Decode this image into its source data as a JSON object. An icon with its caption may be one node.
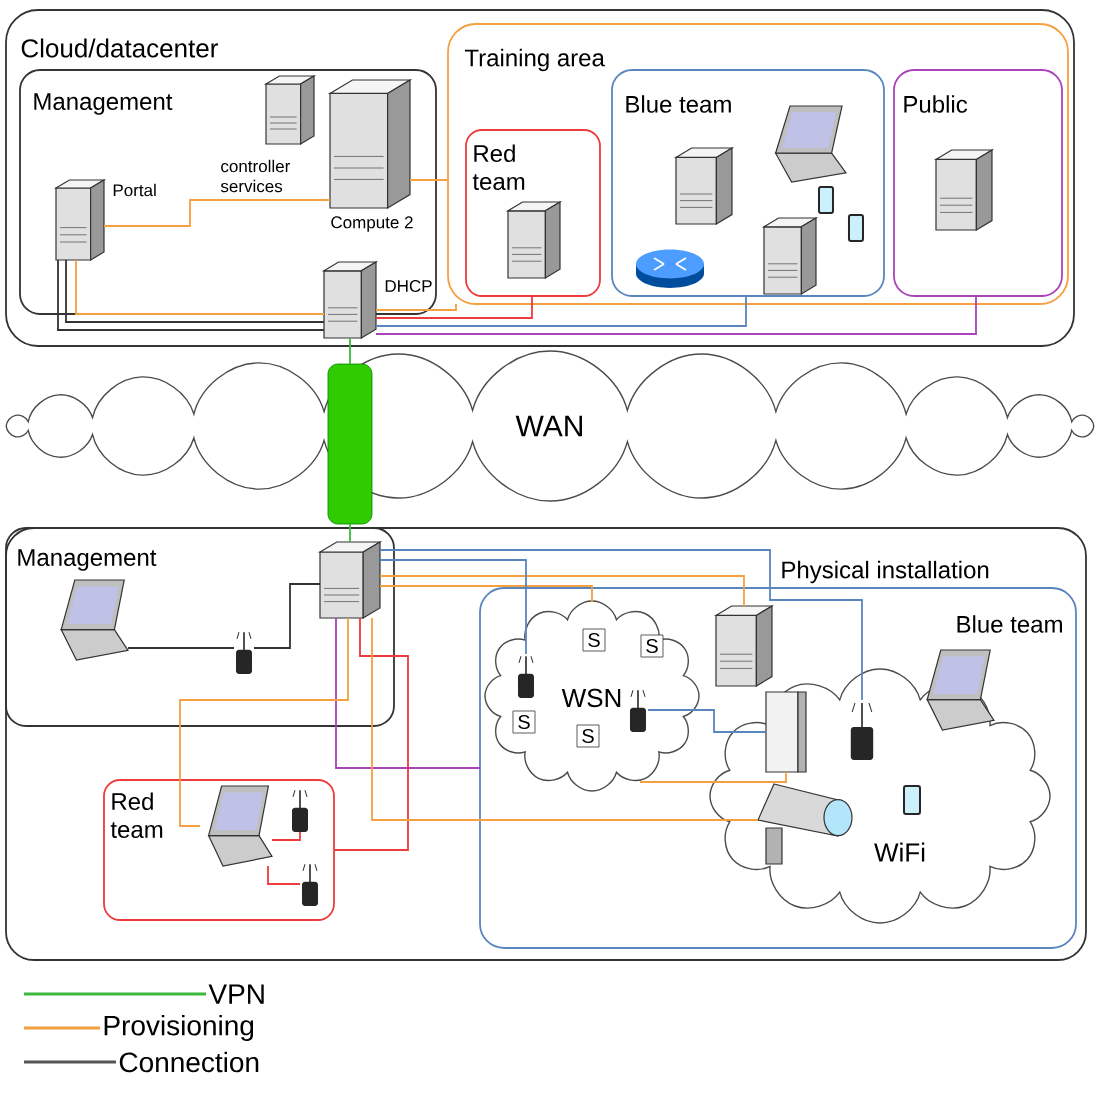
{
  "diagram": {
    "nodes": [
      {
        "text": [
          "Cloud/datacenter"
        ]
      },
      {
        "text": [
          "Management"
        ],
        "in": 0
      },
      {
        "text": [],
        "shape": "server",
        "beside": [
          "Portal"
        ],
        "in": 1
      },
      {
        "text": [],
        "shape": "server",
        "beside": [
          "controller services"
        ],
        "in": 1
      },
      {
        "text": [],
        "shape": "server",
        "beside": [
          "Compute 2"
        ],
        "in": 1
      },
      {
        "text": [],
        "shape": "server",
        "beside": [
          "DHCP"
        ],
        "in": 0
      },
      {
        "text": [
          "Training area"
        ],
        "in": 0
      },
      {
        "text": [
          "Red team"
        ],
        "in": 6
      },
      {
        "text": [],
        "shape": "server",
        "in": 7
      },
      {
        "text": [
          "Blue team"
        ],
        "in": 6
      },
      {
        "text": [],
        "shape": "server",
        "in": 9
      },
      {
        "text": [],
        "shape": "laptop",
        "in": 9
      },
      {
        "text": [],
        "shape": "tablet",
        "in": 9
      },
      {
        "text": [],
        "shape": "tablet",
        "in": 9
      },
      {
        "text": [],
        "shape": "router",
        "in": 9
      },
      {
        "text": [],
        "shape": "server",
        "in": 9
      },
      {
        "text": [
          "Public"
        ],
        "in": 6
      },
      {
        "text": [],
        "shape": "server",
        "in": 16
      },
      {
        "text": [
          "WAN"
        ]
      },
      {
        "text": [],
        "shape": "bar"
      },
      {
        "text": [
          "Physical installation"
        ]
      },
      {
        "text": [
          "Management"
        ],
        "in": 20
      },
      {
        "text": [],
        "shape": "server",
        "in": 21
      },
      {
        "text": [],
        "shape": "laptop",
        "in": 21
      },
      {
        "text": [],
        "shape": "antenna",
        "in": 21
      },
      {
        "text": [
          "Red team"
        ],
        "in": 20
      },
      {
        "text": [],
        "shape": "laptop",
        "in": 25
      },
      {
        "text": [],
        "shape": "antenna",
        "in": 25
      },
      {
        "text": [],
        "shape": "antenna",
        "in": 25
      },
      {
        "text": [
          "Blue team"
        ],
        "in": 20
      },
      {
        "text": [
          "WSN"
        ],
        "in": 29
      },
      {
        "text": [
          "S"
        ],
        "in": 30
      },
      {
        "text": [
          "S"
        ],
        "in": 30
      },
      {
        "text": [
          "S"
        ],
        "in": 30
      },
      {
        "text": [
          "S"
        ],
        "in": 30
      },
      {
        "text": [],
        "shape": "antenna",
        "in": 30
      },
      {
        "text": [],
        "shape": "antenna",
        "in": 30
      },
      {
        "text": [],
        "shape": "server",
        "in": 29
      },
      {
        "text": [
          "WiFi"
        ],
        "in": 29
      },
      {
        "text": [],
        "shape": "modem",
        "in": 38
      },
      {
        "text": [],
        "shape": "antenna",
        "in": 38
      },
      {
        "text": [],
        "shape": "laptop",
        "in": 38
      },
      {
        "text": [],
        "shape": "tablet",
        "in": 38
      },
      {
        "text": [],
        "shape": "camera",
        "in": 38
      }
    ],
    "edges": [
      {
        "from": 2,
        "to": 4,
        "arrow": "none"
      },
      {
        "from": 4,
        "to": 6,
        "arrow": "none"
      },
      {
        "from": 2,
        "to": 5,
        "arrow": "none"
      },
      {
        "from": 2,
        "to": 5,
        "arrow": "none",
        "color": "#333333"
      },
      {
        "from": 2,
        "to": 5,
        "arrow": "none",
        "color": "#333333"
      },
      {
        "from": 7,
        "to": 5,
        "arrow": "none",
        "color": "#ee3b3b"
      },
      {
        "from": 6,
        "to": 5,
        "arrow": "none"
      },
      {
        "from": 9,
        "to": 5,
        "arrow": "none",
        "color": "#5a86c0"
      },
      {
        "from": 16,
        "to": 5,
        "arrow": "none",
        "color": "#a844b8"
      },
      {
        "from": 5,
        "to": 19,
        "arrow": "none",
        "color": "#3cb83c"
      },
      {
        "from": 19,
        "to": 22,
        "arrow": "none",
        "color": "#3cb83c"
      },
      {
        "from": 22,
        "to": 24,
        "arrow": "none",
        "color": "#333333"
      },
      {
        "from": 24,
        "to": 23,
        "arrow": "none",
        "color": "#333333"
      },
      {
        "from": 22,
        "to": 37,
        "arrow": "none"
      },
      {
        "from": 22,
        "to": 30,
        "arrow": "none"
      },
      {
        "from": 22,
        "to": 35,
        "arrow": "none",
        "color": "#5a86c0"
      },
      {
        "from": 22,
        "to": 40,
        "arrow": "none",
        "color": "#5a86c0"
      },
      {
        "from": 22,
        "to": 29,
        "arrow": "none",
        "color": "#a844b8"
      },
      {
        "from": 22,
        "to": 26,
        "arrow": "none"
      },
      {
        "from": 22,
        "to": 25,
        "arrow": "none",
        "color": "#ee3b3b"
      },
      {
        "from": 22,
        "to": 43,
        "arrow": "none"
      },
      {
        "from": 36,
        "to": 39,
        "arrow": "none",
        "color": "#5a86c0"
      },
      {
        "from": 30,
        "to": 39,
        "arrow": "none"
      },
      {
        "from": 26,
        "to": 27,
        "arrow": "none",
        "color": "#ee3b3b"
      },
      {
        "from": 26,
        "to": 28,
        "arrow": "none",
        "color": "#ee3b3b"
      }
    ],
    "legend": [
      {
        "text": "VPN",
        "color": "#3cb83c"
      },
      {
        "text": "Provisioning",
        "color": "#f5a040"
      },
      {
        "text": "Connection",
        "color": "#555555"
      }
    ]
  }
}
